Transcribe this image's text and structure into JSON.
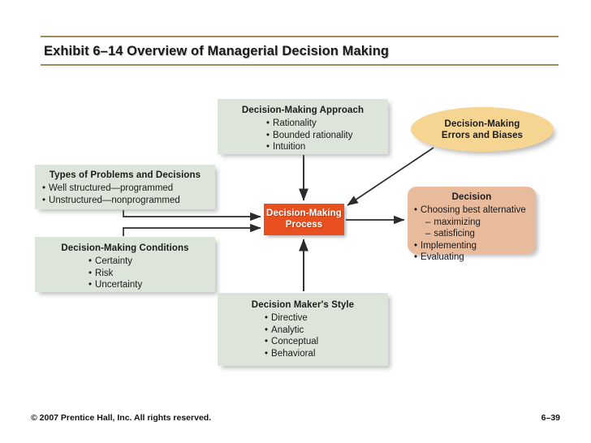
{
  "slide": {
    "title": "Exhibit 6–14  Overview of Managerial Decision Making"
  },
  "diagram": {
    "approach": {
      "heading": "Decision-Making Approach",
      "items": [
        "Rationality",
        "Bounded rationality",
        "Intuition"
      ]
    },
    "types": {
      "heading": "Types of Problems and Decisions",
      "items": [
        "Well structured—programmed",
        "Unstructured—nonprogrammed"
      ]
    },
    "conditions": {
      "heading": "Decision-Making Conditions",
      "items": [
        "Certainty",
        "Risk",
        "Uncertainty"
      ]
    },
    "style": {
      "heading": "Decision Maker's Style",
      "items": [
        "Directive",
        "Analytic",
        "Conceptual",
        "Behavioral"
      ]
    },
    "errors": {
      "line1": "Decision-Making",
      "line2": "Errors and Biases"
    },
    "process": {
      "line1": "Decision-Making",
      "line2": "Process"
    },
    "decision": {
      "heading": "Decision",
      "items": [
        "Choosing best alternative",
        "Implementing",
        "Evaluating"
      ],
      "subitems": [
        "maximizing",
        "satisficing"
      ]
    },
    "colors": {
      "green_box": "#dde5da",
      "peach_box": "#e9bb9d",
      "orange_box": "#e8501f",
      "ellipse": "#f6d592",
      "rule": "#a08a5e",
      "arrow": "#2b2b2b"
    }
  },
  "footer": {
    "copyright": "© 2007 Prentice Hall, Inc. All rights reserved.",
    "page": "6–39"
  }
}
